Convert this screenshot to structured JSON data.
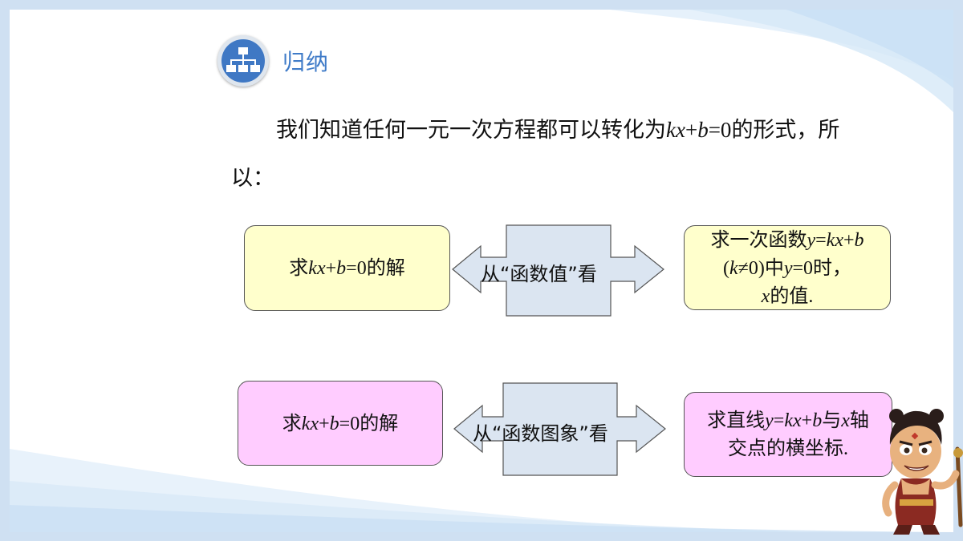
{
  "heading": {
    "icon": "hierarchy-icon",
    "label": "归纳"
  },
  "paragraph": {
    "line1_a": "我们知道任何一元一次方程都可以转化为",
    "line1_k": "k",
    "line1_x": "x",
    "line1_plus": "+",
    "line1_b": "b",
    "line1_eq": "=0",
    "line1_b2": "的形式，所",
    "line2": "以："
  },
  "row1": {
    "left": {
      "pre": "求",
      "k": "k",
      "x": "x",
      "plus": "+",
      "b": "b",
      "eq": "=0",
      "post": "的解"
    },
    "arrow": {
      "label": "从“函数值”看"
    },
    "right": {
      "l1_pre": "求一次函数",
      "l1_y": "y",
      "l1_eq": "=",
      "l1_k": "k",
      "l1_x": "x",
      "l1_plus": "+",
      "l1_b": "b",
      "l2_open": "(",
      "l2_k": "k",
      "l2_neq": "≠0)",
      "l2_mid": "中",
      "l2_y": "y",
      "l2_eq": "=0",
      "l2_post": "时，",
      "l3_x": "x",
      "l3_post": "的值",
      "l3_dot": "."
    }
  },
  "row2": {
    "left": {
      "pre": "求",
      "k": "k",
      "x": "x",
      "plus": "+",
      "b": "b",
      "eq": "=0",
      "post": "的解"
    },
    "arrow": {
      "label": "从“函数图象”看"
    },
    "right": {
      "l1_pre": "求直线",
      "l1_y": "y",
      "l1_eq": "=",
      "l1_k": "k",
      "l1_x": "x",
      "l1_plus": "+",
      "l1_b": "b",
      "l1_mid": "与",
      "l1_x2": "x",
      "l1_post": "轴",
      "l2": "交点的横坐标",
      "l2_dot": "."
    }
  },
  "colors": {
    "frame": "#cfe0f2",
    "heading": "#3f7bc8",
    "yellow_box": "#ffffcc",
    "pink_box": "#ffccff",
    "arrow_fill": "#dbe5f1"
  },
  "decor": {
    "mascot": "cartoon-character-icon"
  }
}
